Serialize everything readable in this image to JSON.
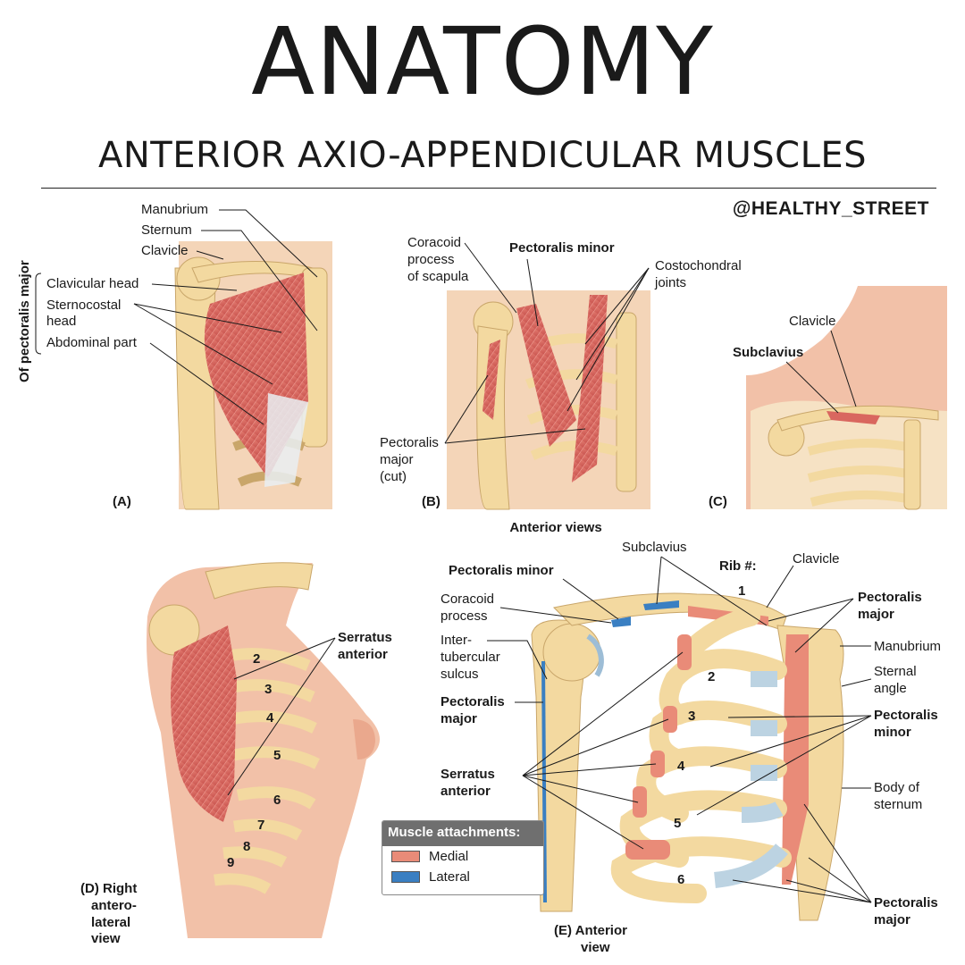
{
  "header": {
    "title": "ANATOMY",
    "subtitle": "ANTERIOR AXIO-APPENDICULAR MUSCLES",
    "handle": "@HEALTHY_STREET"
  },
  "colors": {
    "medial": "#e98b78",
    "lateral": "#3a7fc2",
    "bone": "#f3d9a0",
    "muscle": "#d9675f",
    "skin": "#f2c1a8",
    "cartilage": "#bcd3e2"
  },
  "panel_a": {
    "tag": "(A)",
    "side_label": "Of pectoralis major",
    "labels": [
      "Manubrium",
      "Sternum",
      "Clavicle",
      "Clavicular head",
      "Sternocostal",
      "head",
      "Abdominal part"
    ]
  },
  "panel_b": {
    "tag": "(B)",
    "labels": [
      "Coracoid",
      "process",
      "of scapula",
      "Pectoralis minor",
      "Costochondral",
      "joints",
      "Pectoralis",
      "major",
      "(cut)"
    ]
  },
  "panel_c": {
    "tag": "(C)",
    "labels": [
      "Clavicle",
      "Subclavius"
    ]
  },
  "center_caption": "Anterior views",
  "panel_d": {
    "tag": "(D) Right",
    "tag_lines": [
      "antero-",
      "lateral",
      "view"
    ],
    "labels": [
      "Serratus",
      "anterior"
    ],
    "ribs": [
      "2",
      "3",
      "4",
      "5",
      "6",
      "7",
      "8",
      "9"
    ]
  },
  "panel_e": {
    "tag": "(E) Anterior",
    "tag_line2": "view",
    "labels": {
      "subclavius": "Subclavius",
      "pect_minor": "Pectoralis minor",
      "rib_num": "Rib #:",
      "clavicle": "Clavicle",
      "coracoid": [
        "Coracoid",
        "process"
      ],
      "inter": [
        "Inter-",
        "tubercular",
        "sulcus"
      ],
      "pect_major_l": [
        "Pectoralis",
        "major"
      ],
      "serratus": [
        "Serratus",
        "anterior"
      ],
      "pect_major_r1": [
        "Pectoralis",
        "major"
      ],
      "manubrium": "Manubrium",
      "sternal_angle": [
        "Sternal",
        "angle"
      ],
      "pect_minor_r": [
        "Pectoralis",
        "minor"
      ],
      "body_sternum": [
        "Body of",
        "sternum"
      ],
      "pect_major_r2": [
        "Pectoralis",
        "major"
      ]
    },
    "ribs": [
      "1",
      "2",
      "3",
      "4",
      "5",
      "6"
    ]
  },
  "legend": {
    "title": "Muscle attachments:",
    "items": [
      {
        "label": "Medial"
      },
      {
        "label": "Lateral"
      }
    ]
  }
}
